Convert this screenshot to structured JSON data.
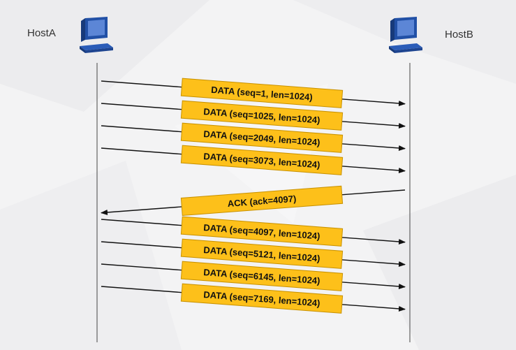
{
  "hosts": {
    "left": {
      "label": "HostA",
      "icon": "computer-icon"
    },
    "right": {
      "label": "HostB",
      "icon": "computer-icon"
    }
  },
  "colors": {
    "box_fill": "#fdc01a",
    "box_stroke": "#c99200",
    "arrow": "#111111",
    "lifeline": "#444444",
    "icon_blue": "#2150a6"
  },
  "messages": [
    {
      "label": "DATA (seq=1, len=1024)",
      "direction": "A-to-B"
    },
    {
      "label": "DATA (seq=1025, len=1024)",
      "direction": "A-to-B"
    },
    {
      "label": "DATA (seq=2049, len=1024)",
      "direction": "A-to-B"
    },
    {
      "label": "DATA (seq=3073, len=1024)",
      "direction": "A-to-B"
    },
    {
      "label": "ACK (ack=4097)",
      "direction": "B-to-A"
    },
    {
      "label": "DATA (seq=4097, len=1024)",
      "direction": "A-to-B"
    },
    {
      "label": "DATA (seq=5121, len=1024)",
      "direction": "A-to-B"
    },
    {
      "label": "DATA (seq=6145, len=1024)",
      "direction": "A-to-B"
    },
    {
      "label": "DATA (seq=7169, len=1024)",
      "direction": "A-to-B"
    }
  ]
}
